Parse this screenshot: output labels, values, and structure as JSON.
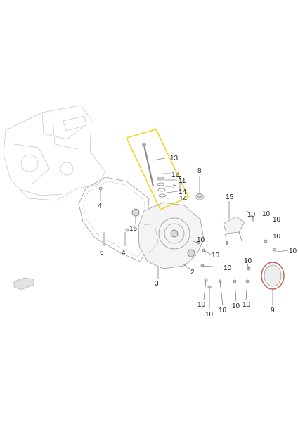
{
  "diagram": {
    "highlight_color": "#f0d000",
    "callouts": [
      {
        "id": "c13",
        "text": "13"
      },
      {
        "id": "c7",
        "text": "7"
      },
      {
        "id": "c8",
        "text": "8"
      },
      {
        "id": "c12",
        "text": "12"
      },
      {
        "id": "c11",
        "text": "11"
      },
      {
        "id": "c5",
        "text": "5"
      },
      {
        "id": "c14a",
        "text": "14"
      },
      {
        "id": "c14b",
        "text": "14"
      },
      {
        "id": "c4a",
        "text": "4"
      },
      {
        "id": "c15",
        "text": "15"
      },
      {
        "id": "c10a",
        "text": "10"
      },
      {
        "id": "c10b",
        "text": "10"
      },
      {
        "id": "c10c",
        "text": "10"
      },
      {
        "id": "c10d",
        "text": "10"
      },
      {
        "id": "c10e",
        "text": "10"
      },
      {
        "id": "c16",
        "text": "16"
      },
      {
        "id": "c6",
        "text": "6"
      },
      {
        "id": "c4b",
        "text": "4"
      },
      {
        "id": "c1",
        "text": "1"
      },
      {
        "id": "c10f",
        "text": "10"
      },
      {
        "id": "c10g",
        "text": "10"
      },
      {
        "id": "c10h",
        "text": "10"
      },
      {
        "id": "c2",
        "text": "2"
      },
      {
        "id": "c3",
        "text": "3"
      },
      {
        "id": "c10i",
        "text": "10"
      },
      {
        "id": "c10j",
        "text": "10"
      },
      {
        "id": "c10k",
        "text": "10"
      },
      {
        "id": "c10l",
        "text": "10"
      },
      {
        "id": "c10m",
        "text": "10"
      },
      {
        "id": "c10n",
        "text": "10"
      },
      {
        "id": "c9",
        "text": "9"
      }
    ]
  }
}
